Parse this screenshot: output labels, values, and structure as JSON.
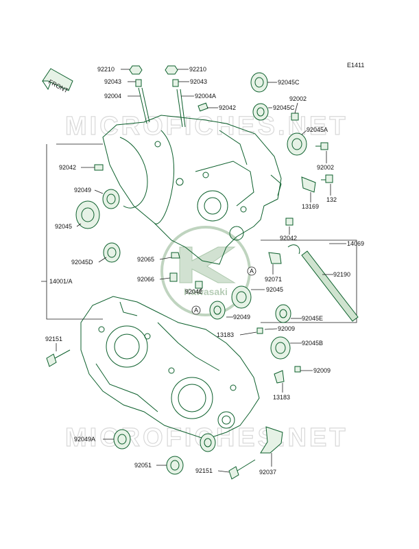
{
  "diagram_code": "E1411",
  "front_label": "FRONT",
  "watermark": "MICROFICHES.NET",
  "logo_text": "Kawasaki",
  "callout_A": "A",
  "colors": {
    "line": "#0a5e2a",
    "fill": "#e6f2e6",
    "text": "#111111"
  },
  "parts": [
    {
      "id": "p92210a",
      "number": "92210"
    },
    {
      "id": "p92210b",
      "number": "92210"
    },
    {
      "id": "p92043a",
      "number": "92043"
    },
    {
      "id": "p92043b",
      "number": "92043"
    },
    {
      "id": "p92004",
      "number": "92004"
    },
    {
      "id": "p92004A",
      "number": "92004A"
    },
    {
      "id": "p92042a",
      "number": "92042"
    },
    {
      "id": "p92045C1",
      "number": "92045C"
    },
    {
      "id": "p92002a",
      "number": "92002"
    },
    {
      "id": "p92045C2",
      "number": "92045C"
    },
    {
      "id": "p92045A",
      "number": "92045A"
    },
    {
      "id": "p92002b",
      "number": "92002"
    },
    {
      "id": "p92042b",
      "number": "92042"
    },
    {
      "id": "p92049",
      "number": "92049"
    },
    {
      "id": "p132",
      "number": "132"
    },
    {
      "id": "p13169",
      "number": "13169"
    },
    {
      "id": "p92045",
      "number": "92045"
    },
    {
      "id": "p92042c",
      "number": "92042"
    },
    {
      "id": "p14069",
      "number": "14069"
    },
    {
      "id": "p92045D",
      "number": "92045D"
    },
    {
      "id": "p92065",
      "number": "92065"
    },
    {
      "id": "p92071",
      "number": "92071"
    },
    {
      "id": "p92190",
      "number": "92190"
    },
    {
      "id": "p14001A",
      "number": "14001/A"
    },
    {
      "id": "p92066",
      "number": "92066"
    },
    {
      "id": "p92045b",
      "number": "92045"
    },
    {
      "id": "p92042d",
      "number": "92042"
    },
    {
      "id": "p92049b",
      "number": "92049"
    },
    {
      "id": "p92045E",
      "number": "92045E"
    },
    {
      "id": "p13183a",
      "number": "13183"
    },
    {
      "id": "p92009a",
      "number": "92009"
    },
    {
      "id": "p92151a",
      "number": "92151"
    },
    {
      "id": "p92045B",
      "number": "92045B"
    },
    {
      "id": "p92009b",
      "number": "92009"
    },
    {
      "id": "p13183b",
      "number": "13183"
    },
    {
      "id": "p92049A",
      "number": "92049A"
    },
    {
      "id": "p92051",
      "number": "92051"
    },
    {
      "id": "p92151b",
      "number": "92151"
    },
    {
      "id": "p92037",
      "number": "92037"
    }
  ]
}
